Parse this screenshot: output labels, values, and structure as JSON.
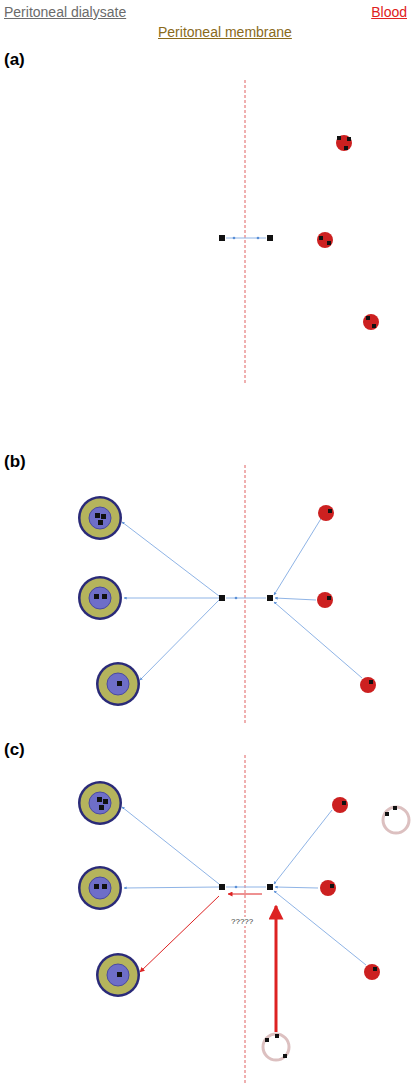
{
  "diagram": {
    "labels": [
      "Peritoneal dialysate",
      "Blood",
      "Peritoneal membrane",
      "(a)",
      "(b)",
      "(c)",
      "?????"
    ]
  }
}
